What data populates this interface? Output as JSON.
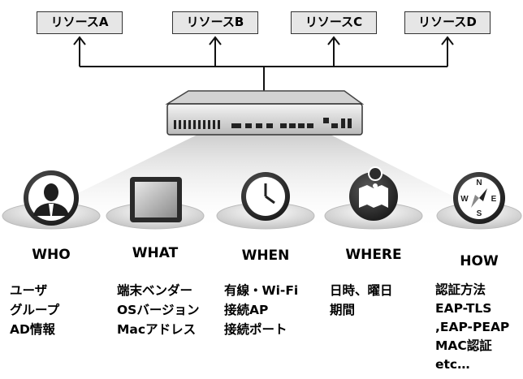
{
  "resources": [
    "リソースA",
    "リソースB",
    "リソースC",
    "リソースD"
  ],
  "categories": [
    {
      "label": "WHO",
      "icon": "user-silhouette-icon",
      "lines": [
        "ユーザ",
        "グループ",
        "AD情報"
      ]
    },
    {
      "label": "WHAT",
      "icon": "tablet-icon",
      "lines": [
        "端末ベンダー",
        "OSバージョン",
        "Macアドレス"
      ]
    },
    {
      "label": "WHEN",
      "icon": "clock-icon",
      "lines": [
        "有線・Wi-Fi",
        "接続AP",
        "接続ポート"
      ]
    },
    {
      "label": "WHERE",
      "icon": "map-pin-icon",
      "lines": [
        "日時、曜日",
        "期間"
      ]
    },
    {
      "label": "HOW",
      "icon": "compass-icon",
      "lines": [
        "認証方法",
        "EAP-TLS",
        ",EAP-PEAP",
        "MAC認証",
        "etc…"
      ]
    }
  ],
  "colors": {
    "box_fill": "#e6e6e6",
    "icon_dark": "#2b2b2b",
    "pedestal": "#dcdcdc"
  }
}
